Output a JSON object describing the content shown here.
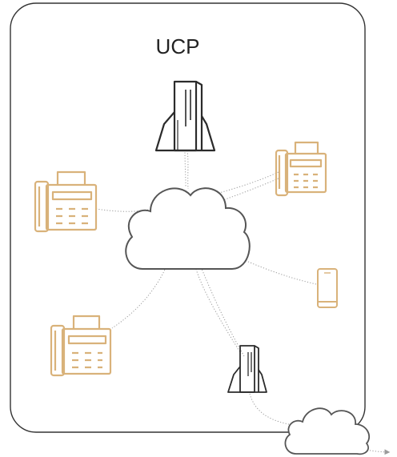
{
  "diagram": {
    "title": "UCP",
    "nodes": [
      {
        "id": "ucp-server",
        "kind": "server",
        "icon": "server-tower-icon"
      },
      {
        "id": "core-cloud",
        "kind": "cloud",
        "icon": "cloud-icon"
      },
      {
        "id": "fax-top-right",
        "kind": "fax",
        "icon": "fax-machine-icon"
      },
      {
        "id": "fax-left",
        "kind": "fax",
        "icon": "fax-machine-icon"
      },
      {
        "id": "fax-bottom-left",
        "kind": "fax",
        "icon": "fax-machine-icon"
      },
      {
        "id": "mobile-device",
        "kind": "phone",
        "icon": "mobile-phone-icon"
      },
      {
        "id": "small-server",
        "kind": "server",
        "icon": "server-tower-icon"
      },
      {
        "id": "external-cloud",
        "kind": "cloud",
        "icon": "cloud-icon"
      }
    ],
    "edges": [
      {
        "from": "ucp-server",
        "to": "core-cloud",
        "style": "dotted"
      },
      {
        "from": "core-cloud",
        "to": "fax-top-right",
        "style": "dotted"
      },
      {
        "from": "core-cloud",
        "to": "fax-left",
        "style": "dotted"
      },
      {
        "from": "core-cloud",
        "to": "fax-bottom-left",
        "style": "dotted"
      },
      {
        "from": "core-cloud",
        "to": "mobile-device",
        "style": "dotted"
      },
      {
        "from": "core-cloud",
        "to": "small-server",
        "style": "dotted"
      },
      {
        "from": "small-server",
        "to": "external-cloud",
        "style": "dotted"
      },
      {
        "from": "external-cloud",
        "to": "offscreen",
        "style": "dotted-arrow"
      }
    ],
    "colors": {
      "frame": "#333333",
      "server": "#2b2b2b",
      "cloud": "#555555",
      "device": "#d9b27a",
      "connector": "#9a9a9a",
      "background": "#ffffff"
    }
  }
}
